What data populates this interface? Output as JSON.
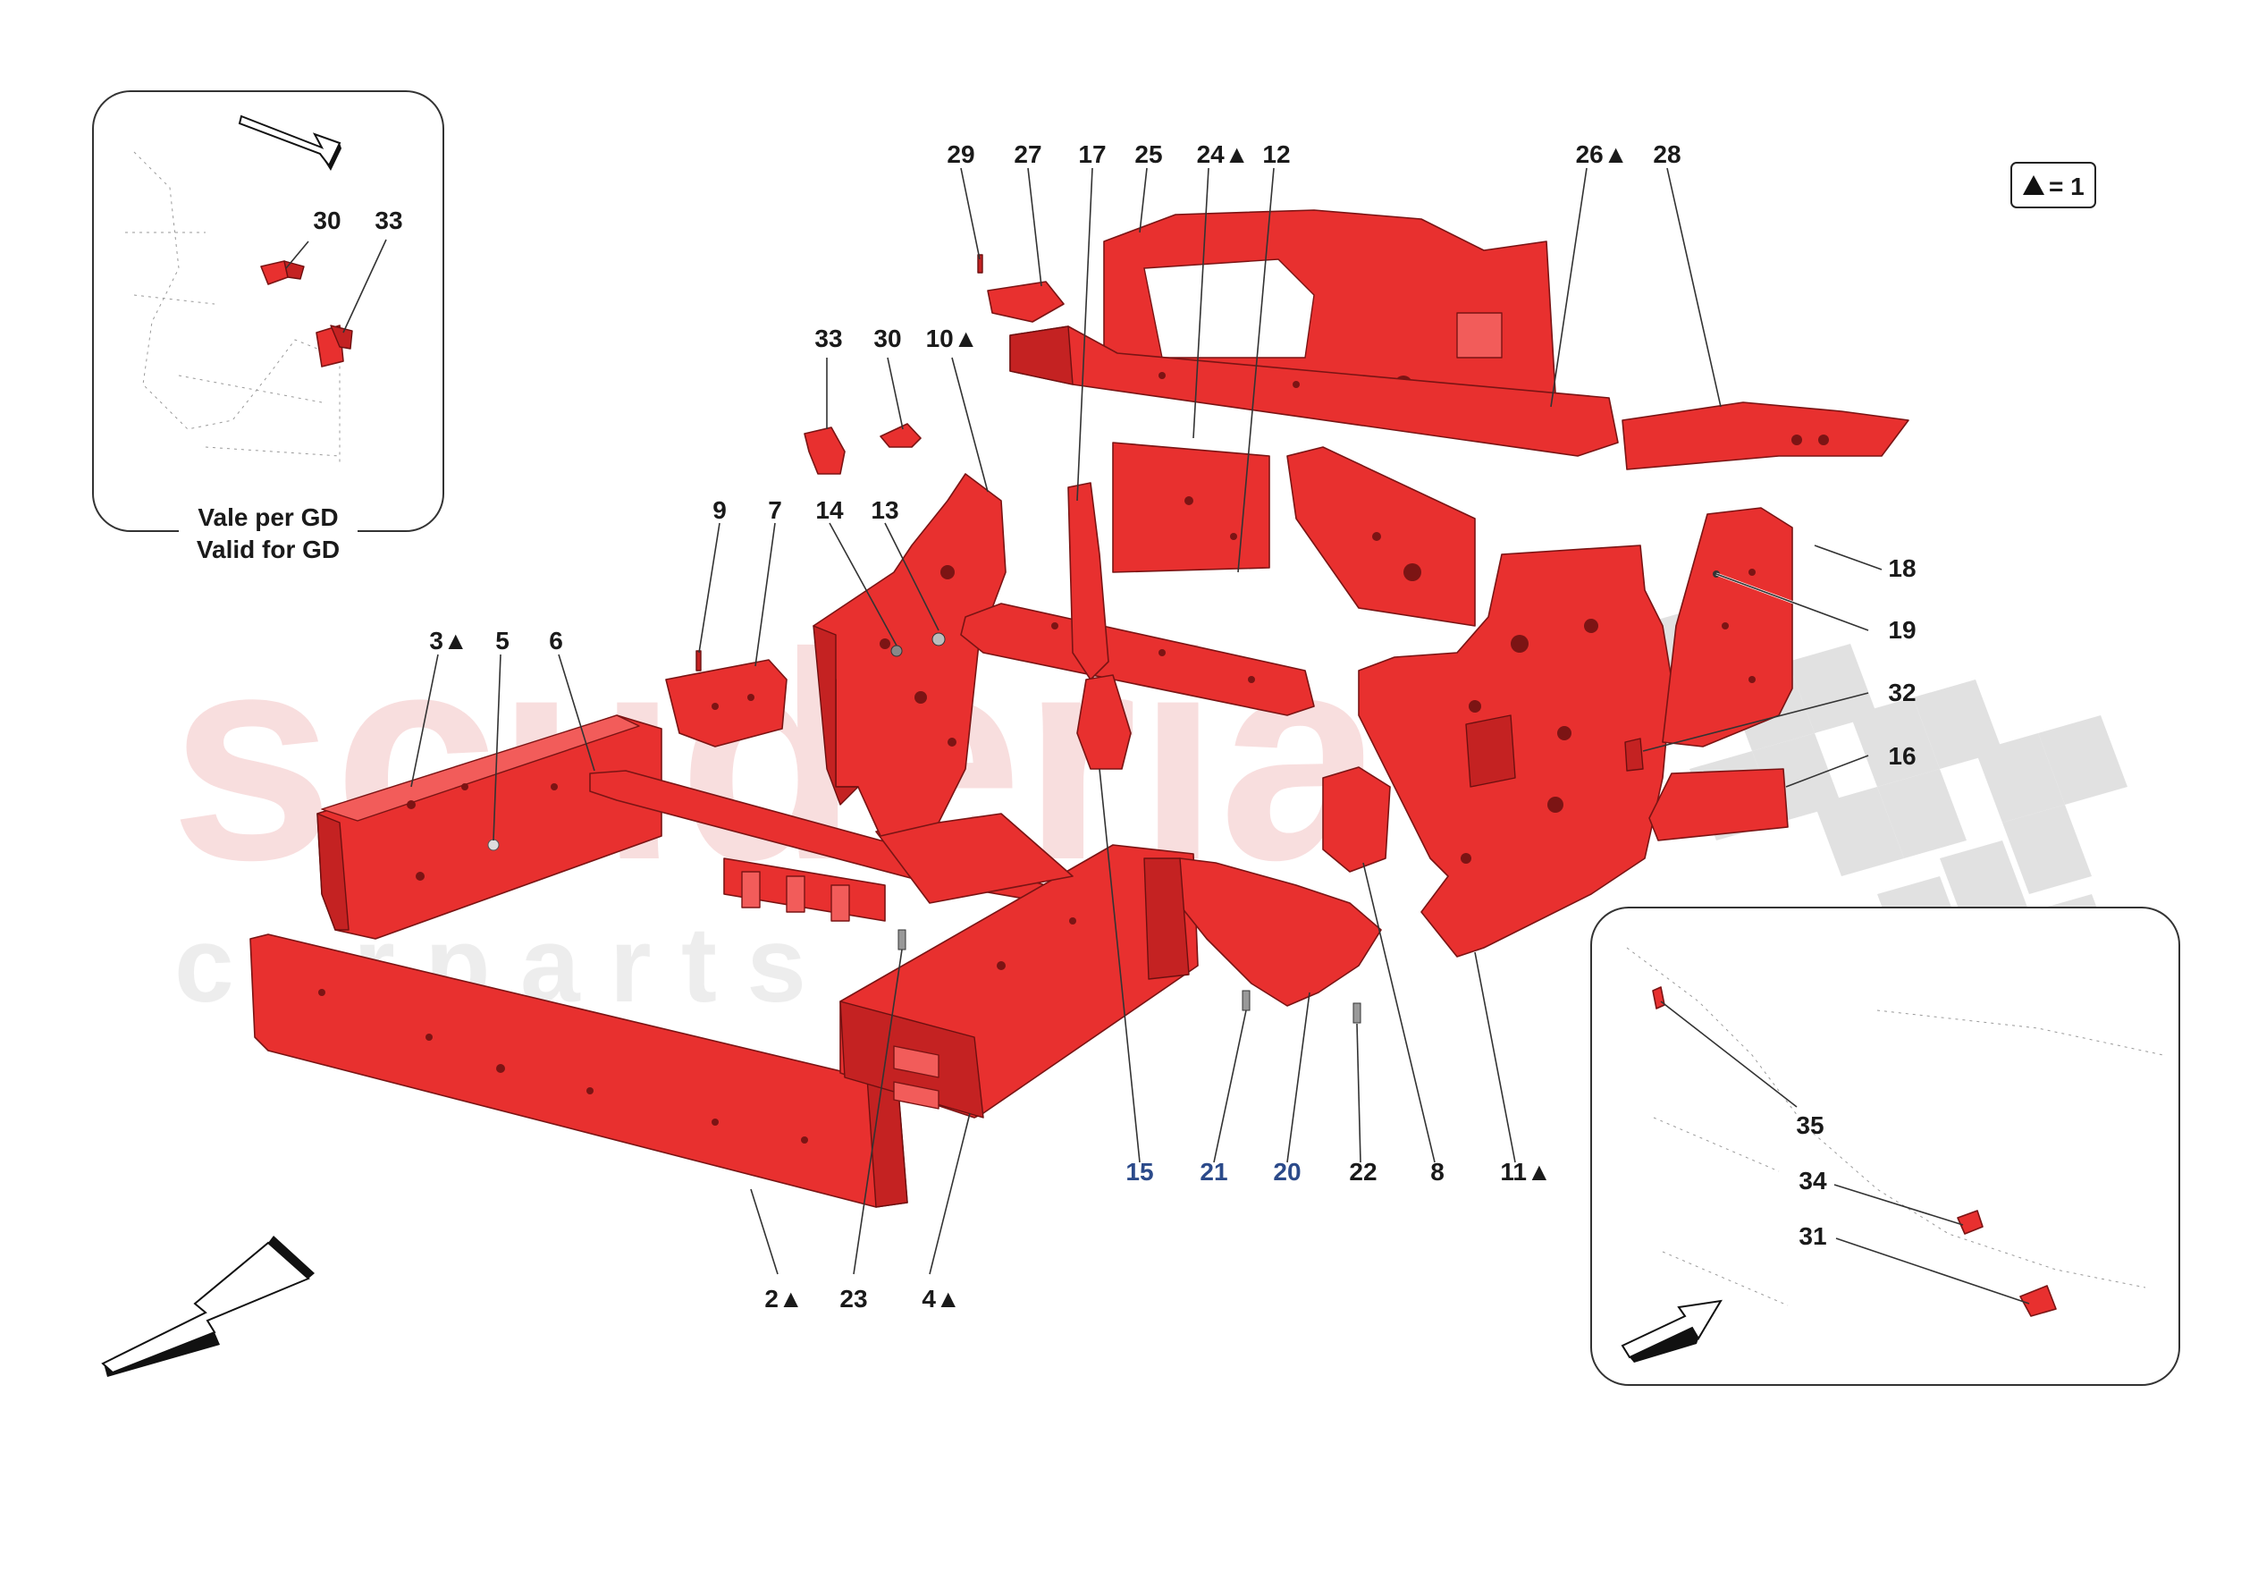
{
  "watermark": {
    "main": "scuderia",
    "sub": "c a r   p a r t s"
  },
  "legend": {
    "symbol": "▲",
    "text": "= 1"
  },
  "inset_left": {
    "caption_line1": "Vale per GD",
    "caption_line2": "Valid for GD",
    "labels": [
      "30",
      "33"
    ]
  },
  "inset_right": {
    "labels": [
      "35",
      "34",
      "31"
    ]
  },
  "labels": {
    "l29": "29",
    "l27": "27",
    "l17": "17",
    "l25": "25",
    "l24": "24▲",
    "l12": "12",
    "l26": "26▲",
    "l28": "28",
    "l33": "33",
    "l30": "30",
    "l10": "10▲",
    "l9": "9",
    "l7": "7",
    "l14": "14",
    "l13": "13",
    "l3": "3▲",
    "l5": "5",
    "l6": "6",
    "l18": "18",
    "l19": "19",
    "l32": "32",
    "l16": "16",
    "l15": "15",
    "l21": "21",
    "l20": "20",
    "l22": "22",
    "l8": "8",
    "l11": "11▲",
    "l2": "2▲",
    "l23": "23",
    "l4": "4▲"
  },
  "colors": {
    "part": "#e8302f",
    "watermark": "#f3c9c9",
    "checker": "#d0d0d0"
  }
}
